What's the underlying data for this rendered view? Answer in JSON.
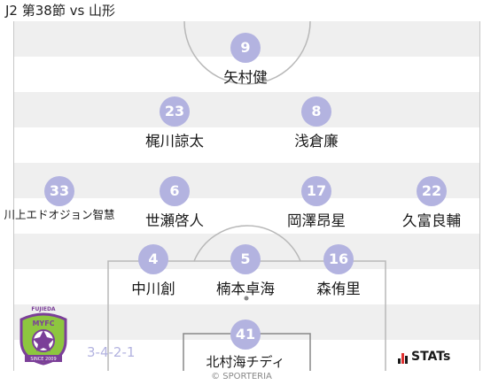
{
  "title": "J2 第38節 vs 山形",
  "formation": "3-4-2-1",
  "copyright": "© SPORTERIA",
  "stats_logo": "STATs",
  "club_logo": {
    "top_text": "FUJIEDA",
    "crest_text": "MYFC",
    "ribbon_text": "SINCE 2009"
  },
  "colors": {
    "number_circle": "#b3b3e0",
    "stripe": "#efefef",
    "club_purple": "#7b3f98",
    "club_green": "#8dc63f"
  },
  "players": [
    {
      "number": "9",
      "name": "矢村健"
    },
    {
      "number": "23",
      "name": "梶川諒太"
    },
    {
      "number": "8",
      "name": "浅倉廉"
    },
    {
      "number": "33",
      "name": "川上エドオジョン智慧"
    },
    {
      "number": "6",
      "name": "世瀬啓人"
    },
    {
      "number": "17",
      "name": "岡澤昂星"
    },
    {
      "number": "22",
      "name": "久富良輔"
    },
    {
      "number": "4",
      "name": "中川創"
    },
    {
      "number": "5",
      "name": "楠本卓海"
    },
    {
      "number": "16",
      "name": "森侑里"
    },
    {
      "number": "41",
      "name": "北村海チディ"
    }
  ]
}
